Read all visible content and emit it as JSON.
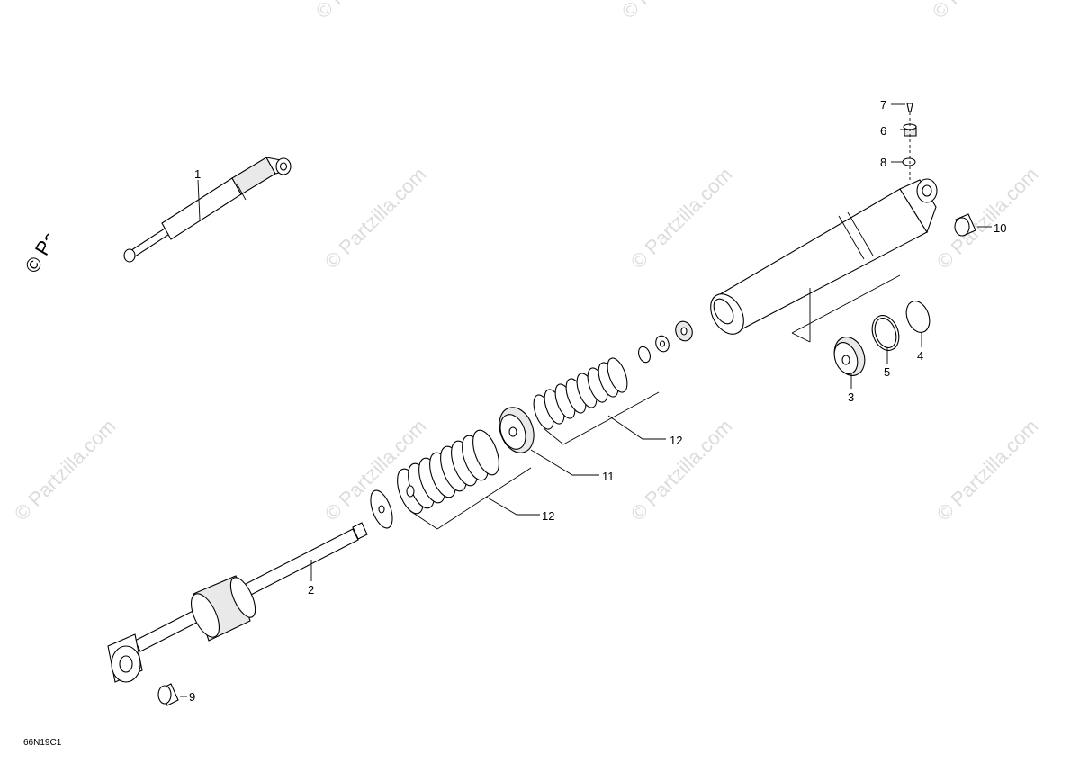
{
  "diagram": {
    "watermark_text": "© Partzilla.com",
    "side_logo_text": "© Partzilla.com",
    "drawing_code": "66N19C1",
    "callouts": [
      "1",
      "2",
      "3",
      "4",
      "5",
      "6",
      "7",
      "8",
      "9",
      "10",
      "11",
      "12",
      "12"
    ]
  },
  "colors": {
    "ink": "#000000",
    "watermark": "#d8d8d8",
    "paper": "#ffffff"
  }
}
